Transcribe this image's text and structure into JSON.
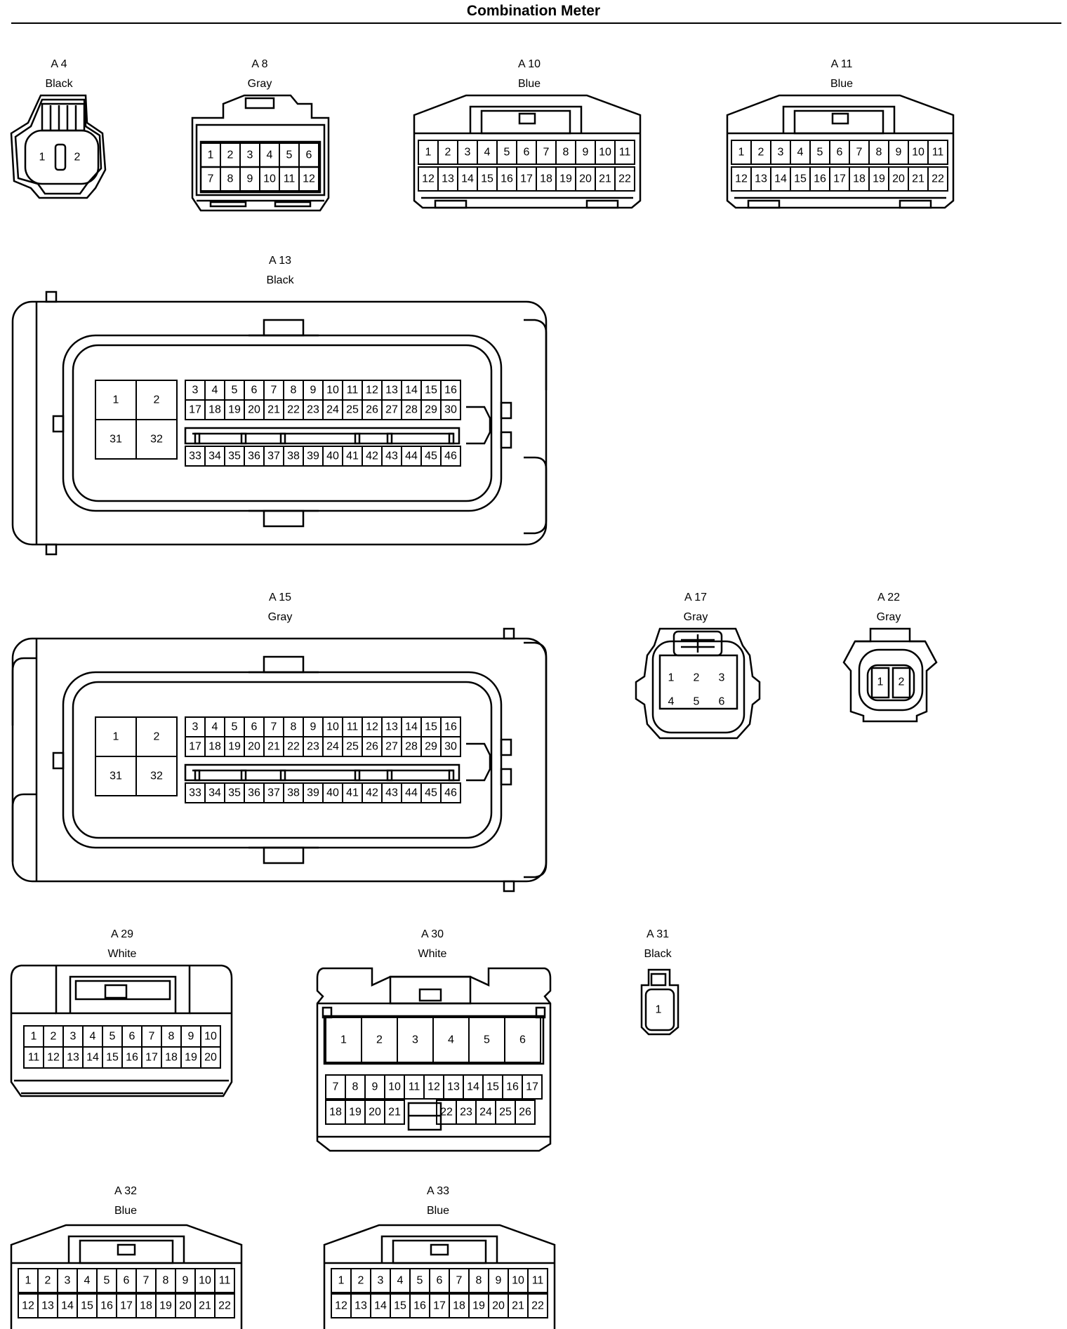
{
  "title": "Combination Meter",
  "connectors": [
    {
      "id": "A 4",
      "color": "Black",
      "pins": [
        "1",
        "2"
      ]
    },
    {
      "id": "A 8",
      "color": "Gray",
      "pins": [
        "1",
        "2",
        "3",
        "4",
        "5",
        "6",
        "7",
        "8",
        "9",
        "10",
        "11",
        "12"
      ]
    },
    {
      "id": "A 10",
      "color": "Blue",
      "pins": [
        "1",
        "2",
        "3",
        "4",
        "5",
        "6",
        "7",
        "8",
        "9",
        "10",
        "11",
        "12",
        "13",
        "14",
        "15",
        "16",
        "17",
        "18",
        "19",
        "20",
        "21",
        "22"
      ]
    },
    {
      "id": "A 11",
      "color": "Blue",
      "pins": [
        "1",
        "2",
        "3",
        "4",
        "5",
        "6",
        "7",
        "8",
        "9",
        "10",
        "11",
        "12",
        "13",
        "14",
        "15",
        "16",
        "17",
        "18",
        "19",
        "20",
        "21",
        "22"
      ]
    },
    {
      "id": "A 13",
      "color": "Black",
      "pins": [
        "1",
        "2",
        "31",
        "32",
        "3",
        "4",
        "5",
        "6",
        "7",
        "8",
        "9",
        "10",
        "11",
        "12",
        "13",
        "14",
        "15",
        "16",
        "17",
        "18",
        "19",
        "20",
        "21",
        "22",
        "23",
        "24",
        "25",
        "26",
        "27",
        "28",
        "29",
        "30",
        "33",
        "34",
        "35",
        "36",
        "37",
        "38",
        "39",
        "40",
        "41",
        "42",
        "43",
        "44",
        "45",
        "46"
      ]
    },
    {
      "id": "A 15",
      "color": "Gray",
      "pins": [
        "1",
        "2",
        "31",
        "32",
        "3",
        "4",
        "5",
        "6",
        "7",
        "8",
        "9",
        "10",
        "11",
        "12",
        "13",
        "14",
        "15",
        "16",
        "17",
        "18",
        "19",
        "20",
        "21",
        "22",
        "23",
        "24",
        "25",
        "26",
        "27",
        "28",
        "29",
        "30",
        "33",
        "34",
        "35",
        "36",
        "37",
        "38",
        "39",
        "40",
        "41",
        "42",
        "43",
        "44",
        "45",
        "46"
      ]
    },
    {
      "id": "A 17",
      "color": "Gray",
      "pins": [
        "1",
        "2",
        "3",
        "4",
        "5",
        "6"
      ]
    },
    {
      "id": "A 22",
      "color": "Gray",
      "pins": [
        "1",
        "2"
      ]
    },
    {
      "id": "A 29",
      "color": "White",
      "pins": [
        "1",
        "2",
        "3",
        "4",
        "5",
        "6",
        "7",
        "8",
        "9",
        "10",
        "11",
        "12",
        "13",
        "14",
        "15",
        "16",
        "17",
        "18",
        "19",
        "20"
      ]
    },
    {
      "id": "A 30",
      "color": "White",
      "pins": [
        "1",
        "2",
        "3",
        "4",
        "5",
        "6",
        "7",
        "8",
        "9",
        "10",
        "11",
        "12",
        "13",
        "14",
        "15",
        "16",
        "17",
        "18",
        "19",
        "20",
        "21",
        "22",
        "23",
        "24",
        "25",
        "26"
      ]
    },
    {
      "id": "A 31",
      "color": "Black",
      "pins": [
        "1"
      ]
    },
    {
      "id": "A 32",
      "color": "Blue",
      "pins": [
        "1",
        "2",
        "3",
        "4",
        "5",
        "6",
        "7",
        "8",
        "9",
        "10",
        "11",
        "12",
        "13",
        "14",
        "15",
        "16",
        "17",
        "18",
        "19",
        "20",
        "21",
        "22"
      ]
    },
    {
      "id": "A 33",
      "color": "Blue",
      "pins": [
        "1",
        "2",
        "3",
        "4",
        "5",
        "6",
        "7",
        "8",
        "9",
        "10",
        "11",
        "12",
        "13",
        "14",
        "15",
        "16",
        "17",
        "18",
        "19",
        "20",
        "21",
        "22"
      ]
    }
  ]
}
